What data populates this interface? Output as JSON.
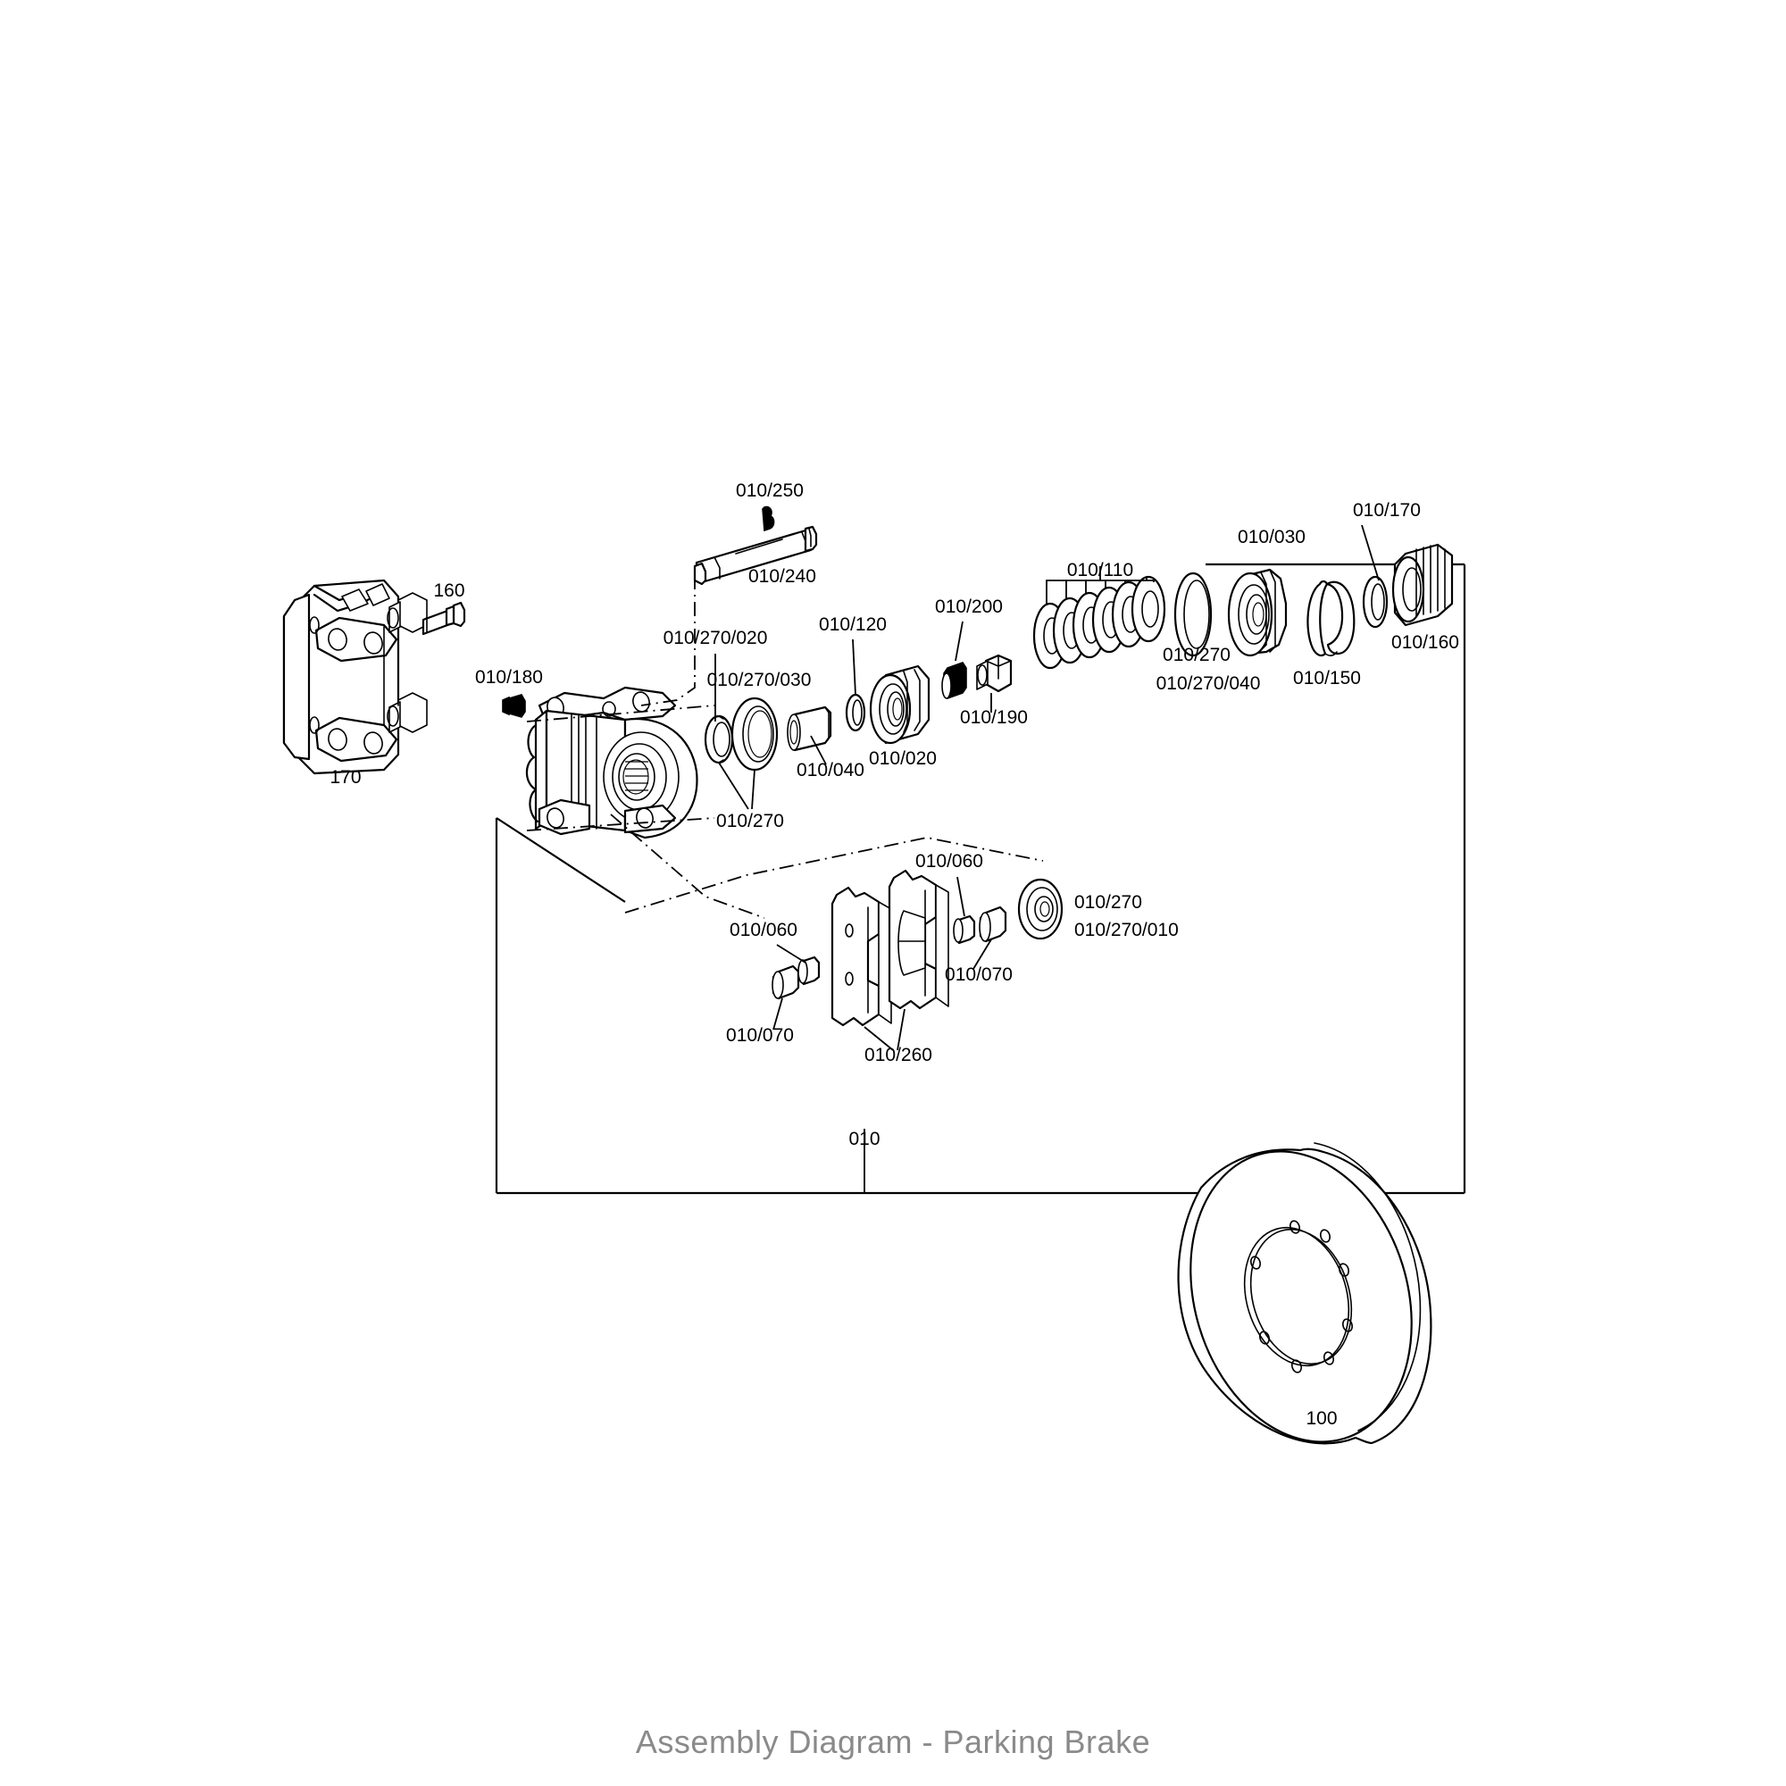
{
  "page": {
    "caption": "Assembly Diagram - Parking Brake",
    "background_color": "#ffffff",
    "line_color": "#000000",
    "caption_color": "#8a8a8a"
  },
  "labels": {
    "bracket": "170",
    "bolt": "160",
    "bleeder": "010/180",
    "guide_pin": "010/240",
    "clip": "010/250",
    "seal_small": "010/270/020",
    "seal_large": "010/270/030",
    "bushing": "010/040",
    "oring_120": "010/120",
    "piston": "010/020",
    "pin_200": "010/200",
    "nut_190": "010/190",
    "seal_group_left": "010/270",
    "washer_stack": "010/110",
    "bearing": "010/030",
    "snapring": "010/150",
    "washer_170": "010/170",
    "nut_160": "010/160",
    "oring_270": "010/270",
    "oring_270_040": "010/270/040",
    "pin_060_left": "010/060",
    "pin_070_left": "010/070",
    "pads": "010/260",
    "pin_060_right": "010/060",
    "pin_070_right": "010/070",
    "seal_270_right": "010/270",
    "seal_270_010": "010/270/010",
    "assembly_010": "010",
    "disc": "100"
  },
  "parts": [
    {
      "id": "170",
      "name": "carrier-bracket",
      "label": "170"
    },
    {
      "id": "160",
      "name": "mounting-bolt",
      "label": "160"
    },
    {
      "id": "010/180",
      "name": "bleeder-screw",
      "label": "010/180"
    },
    {
      "id": "010/240",
      "name": "guide-pin",
      "label": "010/240"
    },
    {
      "id": "010/250",
      "name": "retaining-clip",
      "label": "010/250"
    },
    {
      "id": "010/270/020",
      "name": "seal-ring-small",
      "label": "010/270/020"
    },
    {
      "id": "010/270/030",
      "name": "seal-ring-large",
      "label": "010/270/030"
    },
    {
      "id": "010/040",
      "name": "bushing",
      "label": "010/040"
    },
    {
      "id": "010/120",
      "name": "o-ring",
      "label": "010/120"
    },
    {
      "id": "010/020",
      "name": "piston",
      "label": "010/020"
    },
    {
      "id": "010/200",
      "name": "dowel-pin",
      "label": "010/200"
    },
    {
      "id": "010/190",
      "name": "hex-nut",
      "label": "010/190"
    },
    {
      "id": "010/110",
      "name": "washer-stack",
      "label": "010/110",
      "count": 6
    },
    {
      "id": "010/270/040",
      "name": "o-ring-large",
      "label": "010/270/040"
    },
    {
      "id": "010/030",
      "name": "tapered-bearing",
      "label": "010/030"
    },
    {
      "id": "010/150",
      "name": "snap-ring",
      "label": "010/150"
    },
    {
      "id": "010/170",
      "name": "thrust-washer",
      "label": "010/170"
    },
    {
      "id": "010/160",
      "name": "adjusting-nut",
      "label": "010/160"
    },
    {
      "id": "010/260",
      "name": "brake-pads",
      "label": "010/260",
      "count": 2
    },
    {
      "id": "010/060",
      "name": "guide-sleeve",
      "label": "010/060"
    },
    {
      "id": "010/070",
      "name": "guide-sleeve-cap",
      "label": "010/070"
    },
    {
      "id": "010/270/010",
      "name": "seal-kit-item",
      "label": "010/270/010"
    },
    {
      "id": "010",
      "name": "caliper-assembly",
      "label": "010"
    },
    {
      "id": "100",
      "name": "brake-disc",
      "label": "100"
    }
  ]
}
